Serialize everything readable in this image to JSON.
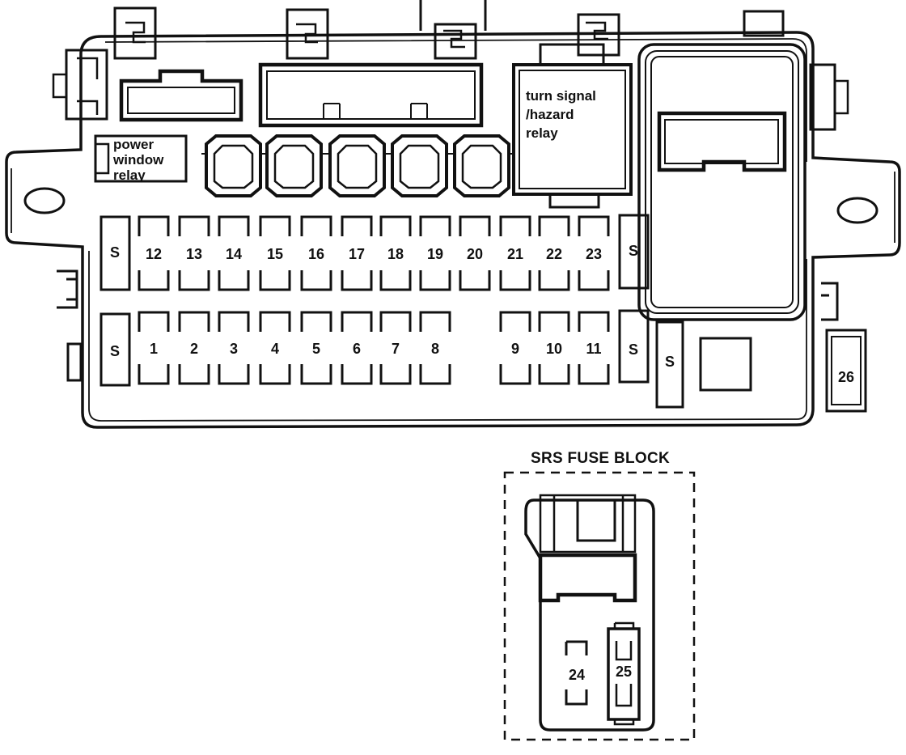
{
  "fuse_box": {
    "relays": {
      "power_window_lines": [
        "power",
        "window",
        "relay"
      ],
      "turn_signal_lines": [
        "turn signal",
        "/hazard",
        "relay"
      ]
    },
    "spare_label": "S",
    "top_row_fuses": [
      "12",
      "13",
      "14",
      "15",
      "16",
      "17",
      "18",
      "19",
      "20",
      "21",
      "22",
      "23"
    ],
    "bottom_row_fuses": [
      "1",
      "2",
      "3",
      "4",
      "5",
      "6",
      "7",
      "8",
      "9",
      "10",
      "11"
    ],
    "side_fuse": "26"
  },
  "srs_block": {
    "title": "SRS FUSE BLOCK",
    "fuses": [
      "24",
      "25"
    ]
  },
  "colors": {
    "ink": "#111111",
    "paper": "#ffffff"
  }
}
